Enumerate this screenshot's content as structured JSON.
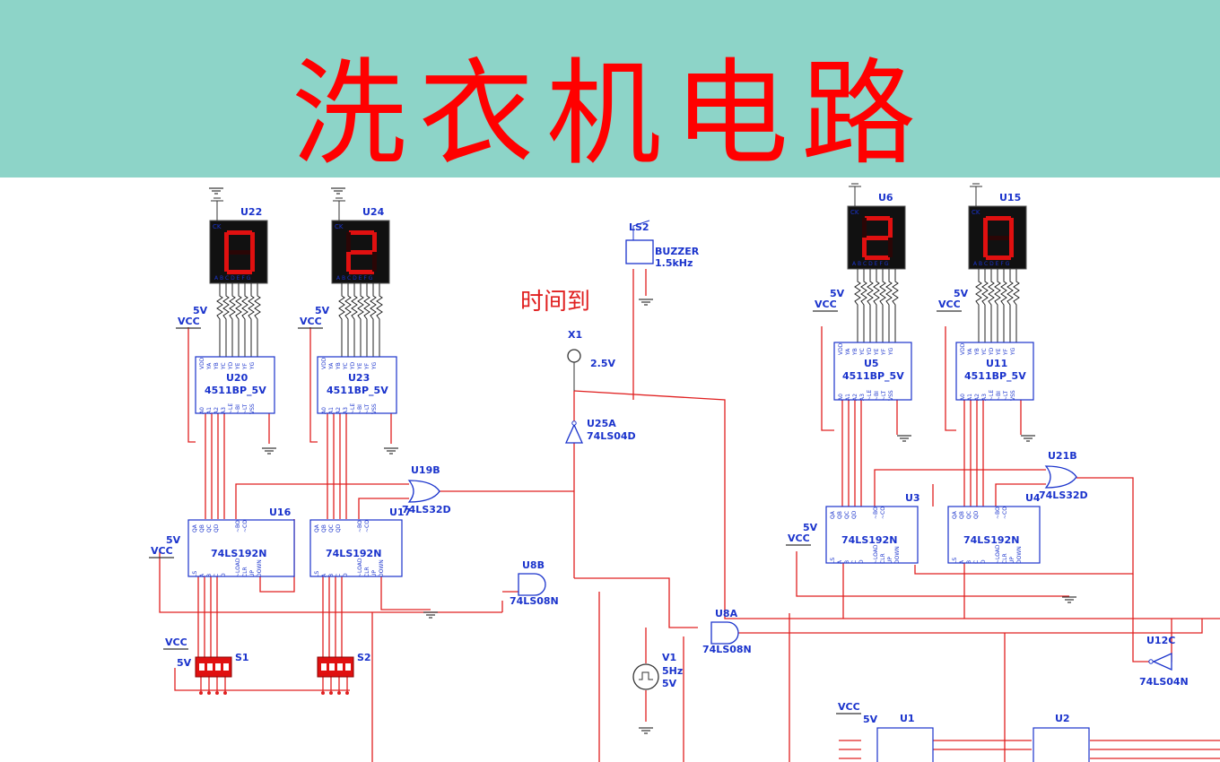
{
  "title": "洗衣机电路",
  "annotation": "时间到",
  "colors": {
    "banner": "#8dd4c8",
    "title": "#ff0000",
    "wire": "#e02020",
    "component": "#1a33cc",
    "display_bg": "#111111",
    "segment_on": "#e01010"
  },
  "displays": [
    {
      "ref": "U22",
      "digit": "0",
      "corner": "CK",
      "pins": "A B C D E F G"
    },
    {
      "ref": "U24",
      "digit": "2",
      "corner": "CK",
      "pins": "A B C D E F G"
    },
    {
      "ref": "U6",
      "digit": "2",
      "corner": "CK",
      "pins": "A B C D E F G"
    },
    {
      "ref": "U15",
      "digit": "0",
      "corner": "CK",
      "pins": "A B C D E F G"
    }
  ],
  "decoders": [
    {
      "ref": "U20",
      "part": "4511BP_5V"
    },
    {
      "ref": "U23",
      "part": "4511BP_5V"
    },
    {
      "ref": "U5",
      "part": "4511BP_5V"
    },
    {
      "ref": "U11",
      "part": "4511BP_5V"
    }
  ],
  "counters": [
    {
      "ref": "U16",
      "part": "74LS192N"
    },
    {
      "ref": "U17",
      "part": "74LS192N"
    },
    {
      "ref": "U3",
      "part": "74LS192N"
    },
    {
      "ref": "U4",
      "part": "74LS192N"
    }
  ],
  "gates": [
    {
      "ref": "U19B",
      "part": "74LS32D"
    },
    {
      "ref": "U21B",
      "part": "74LS32D"
    },
    {
      "ref": "U25A",
      "part": "74LS04D"
    },
    {
      "ref": "U8B",
      "part": "74LS08N"
    },
    {
      "ref": "U8A",
      "part": "74LS08N"
    },
    {
      "ref": "U12C",
      "part": "74LS04N"
    }
  ],
  "supplies": {
    "vcc": "VCC",
    "volt": "5V"
  },
  "switches": [
    {
      "ref": "S1"
    },
    {
      "ref": "S2"
    }
  ],
  "buzzer": {
    "ref": "LS2",
    "name": "BUZZER",
    "freq": "1.5kHz"
  },
  "probe": {
    "ref": "X1",
    "value": "2.5V"
  },
  "source": {
    "ref": "V1",
    "freq": "5Hz",
    "volt": "5V"
  },
  "bottom_chips": [
    {
      "ref": "U1"
    },
    {
      "ref": "U2"
    }
  ]
}
